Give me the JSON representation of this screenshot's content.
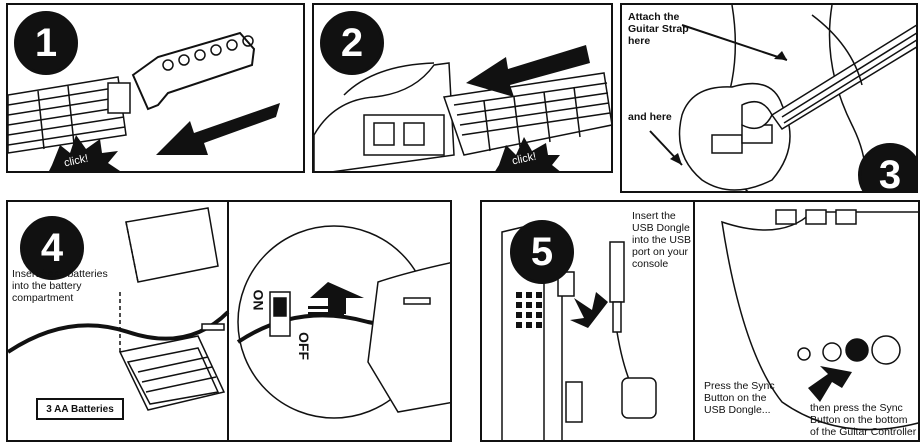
{
  "steps": [
    "1",
    "2",
    "3",
    "4",
    "5"
  ],
  "panel1": {
    "burst": "click!"
  },
  "panel2": {
    "burst": "click!"
  },
  "panel3": {
    "strap_top": "Attach the Guitar Strap here",
    "strap_bottom": "and here"
  },
  "panel4": {
    "instruction": "Insert fresh batteries into the battery compartment",
    "batteries": "3 AA Batteries",
    "switch_on": "ON",
    "switch_off": "OFF"
  },
  "panel5": {
    "dongle": "Insert the USB Dongle into the USB port on your console",
    "sync_dongle": "Press the Sync Button on the USB Dongle...",
    "sync_guitar": "then press the Sync Button on the bottom of the Guitar Controller"
  }
}
